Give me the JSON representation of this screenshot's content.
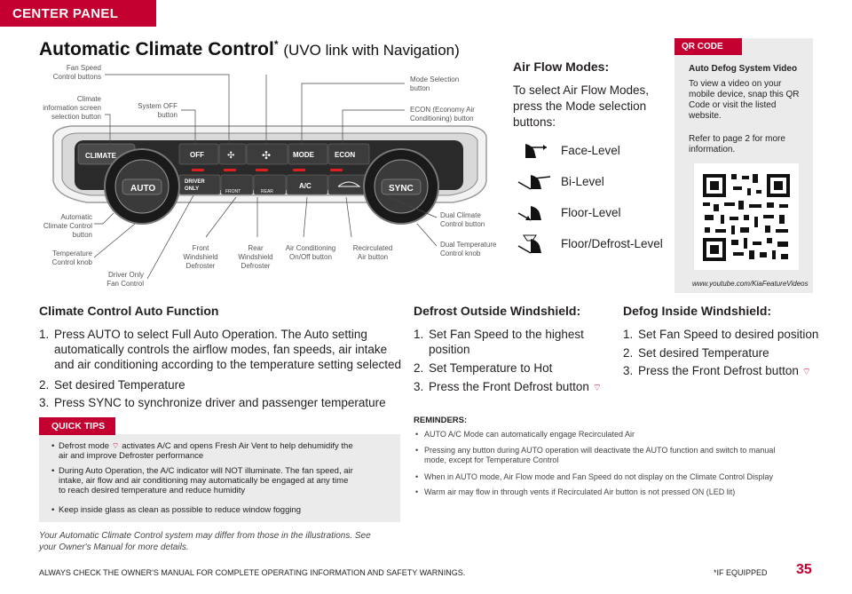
{
  "header": {
    "section_tab": "CENTER PANEL"
  },
  "title": {
    "main": "Automatic Climate Control",
    "asterisk": "*",
    "sub": "(UVO link with Navigation)"
  },
  "diagram": {
    "buttons": {
      "climate": "CLIMATE",
      "off": "OFF",
      "mode": "MODE",
      "econ": "ECON",
      "auto": "AUTO",
      "sync": "SYNC",
      "driver_only_1": "DRIVER",
      "driver_only_2": "ONLY",
      "front": "FRONT",
      "rear": "REAR",
      "ac": "A/C"
    },
    "callouts": {
      "fan_speed": [
        "Fan Speed",
        "Control buttons"
      ],
      "climate_info": [
        "Climate",
        "information screen",
        "selection button"
      ],
      "system_off": [
        "System OFF",
        "button"
      ],
      "mode_selection": [
        "Mode Selection",
        "button"
      ],
      "econ": [
        "ECON (Economy Air",
        "Conditioning) button"
      ],
      "auto_control": [
        "Automatic",
        "Climate Control",
        "button"
      ],
      "temp_knob": [
        "Temperature",
        "Control knob"
      ],
      "driver_only": [
        "Driver Only",
        "Fan Control"
      ],
      "front_defroster": [
        "Front",
        "Windshield",
        "Defroster"
      ],
      "rear_defroster": [
        "Rear",
        "Windshield",
        "Defroster"
      ],
      "ac_onoff": [
        "Air Conditioning",
        "On/Off button"
      ],
      "recirculated": [
        "Recirculated",
        "Air button"
      ],
      "dual_climate": [
        "Dual Climate",
        "Control button"
      ],
      "dual_temp": [
        "Dual Temperature",
        "Control knob"
      ]
    }
  },
  "air_flow": {
    "heading": "Air Flow Modes:",
    "intro": "To select Air Flow Modes, press the Mode selection buttons:",
    "modes": [
      "Face-Level",
      "Bi-Level",
      "Floor-Level",
      "Floor/Defrost-Level"
    ]
  },
  "qr": {
    "tab": "QR CODE",
    "title": "Auto Defog System Video",
    "text1": "To view a video on your mobile device, snap this QR Code or visit the listed website.",
    "text2": "Refer to page 2 for more information.",
    "url": "www.youtube.com/KiaFeatureVideos"
  },
  "auto_function": {
    "heading": "Climate Control Auto Function",
    "steps": [
      {
        "n": "1.",
        "line1": "Press AUTO to select Full Auto Operation. The Auto setting",
        "line2": "automatically controls the airflow modes, fan speeds, air intake",
        "line3": "and air conditioning according to the temperature setting selected"
      },
      {
        "n": "2.",
        "line1": "Set desired Temperature"
      },
      {
        "n": "3.",
        "line1": "Press SYNC to synchronize driver and passenger temperature"
      }
    ]
  },
  "defrost_outside": {
    "heading": "Defrost Outside Windshield:",
    "steps": [
      {
        "n": "1.",
        "line1": "Set Fan Speed to the highest",
        "line2": "position"
      },
      {
        "n": "2.",
        "line1": "Set Temperature to Hot"
      },
      {
        "n": "3.",
        "line1": "Press the Front Defrost button"
      }
    ]
  },
  "defog_inside": {
    "heading": "Defog Inside Windshield:",
    "steps": [
      {
        "n": "1.",
        "line1": "Set Fan Speed to desired position"
      },
      {
        "n": "2.",
        "line1": "Set desired Temperature"
      },
      {
        "n": "3.",
        "line1": "Press the Front Defrost button"
      }
    ]
  },
  "quick_tips": {
    "tab": "QUICK TIPS",
    "items": [
      {
        "a": "Defrost mode",
        "b": "activates A/C and opens Fresh Air Vent to help dehumidify the",
        "c": "air and improve Defroster performance"
      },
      {
        "a": "During Auto Operation, the A/C indicator will NOT illuminate. The fan speed, air",
        "b": "intake, air flow and air conditioning may automatically be engaged at any time",
        "c": "to reach desired temperature and reduce humidity"
      },
      {
        "a": "Keep inside glass as clean as possible to reduce window fogging"
      }
    ]
  },
  "disclaimer": "Your Automatic Climate Control system may differ from those in the illustrations. See your Owner's Manual for more details.",
  "reminders": {
    "title": "REMINDERS:",
    "items": [
      {
        "a": "AUTO A/C Mode can automatically engage Recirculated Air"
      },
      {
        "a": "Pressing any button during AUTO operation will deactivate the AUTO function and switch to manual",
        "b": "mode, except for Temperature Control"
      },
      {
        "a": "When in AUTO mode, Air Flow mode and Fan Speed do not display on the Climate Control Display"
      },
      {
        "a": "Warm air may flow in through vents if Recirculated Air button is not  pressed ON (LED lit)"
      }
    ]
  },
  "footer": {
    "warning": "ALWAYS CHECK THE OWNER'S MANUAL FOR COMPLETE OPERATING INFORMATION AND SAFETY WARNINGS.",
    "if_equipped": "*IF EQUIPPED",
    "page": "35"
  },
  "colors": {
    "brand_red": "#c3002f",
    "panel_dark": "#2a2a2a",
    "tip_gray": "#ebebeb"
  }
}
